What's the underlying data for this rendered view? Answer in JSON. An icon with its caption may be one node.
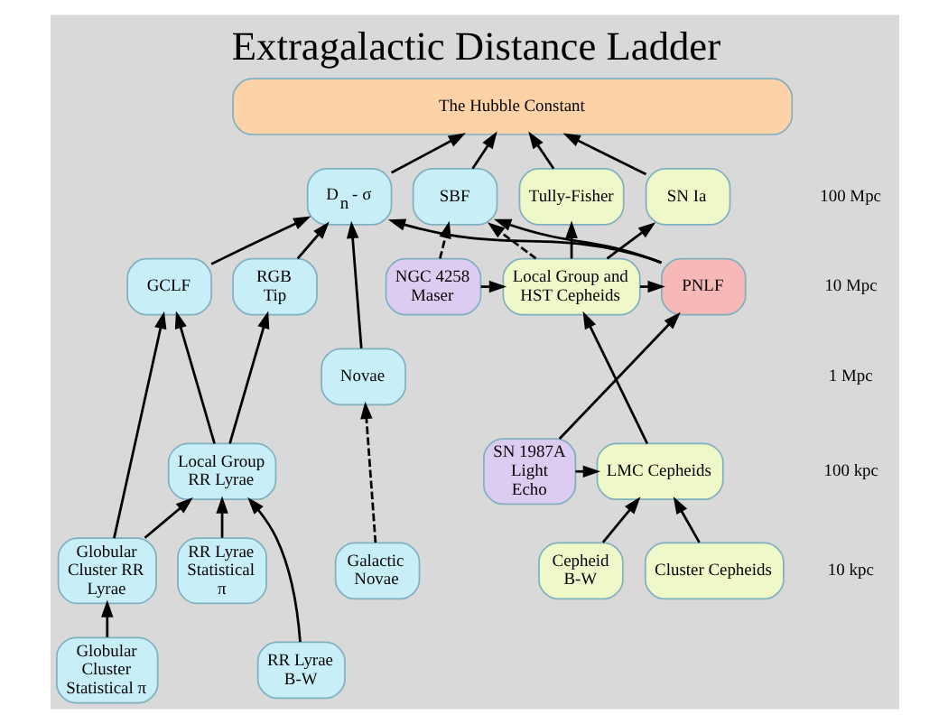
{
  "diagram": {
    "title": "Extragalactic Distance Ladder",
    "nodes": [
      {
        "text": [
          "The Hubble Constant"
        ]
      },
      {
        "text": [
          "D$_{n}$ - σ"
        ]
      },
      {
        "text": [
          "SBF"
        ]
      },
      {
        "text": [
          "Tully-Fisher"
        ]
      },
      {
        "text": [
          "SN Ia"
        ]
      },
      {
        "text": [
          "GCLF"
        ]
      },
      {
        "text": [
          "RGB Tip"
        ]
      },
      {
        "text": [
          "Novae"
        ]
      },
      {
        "text": [
          "PNLF"
        ]
      },
      {
        "text": [
          "NGC 4258 Maser"
        ]
      },
      {
        "text": [
          "Local Group and HST Cepheids"
        ]
      },
      {
        "text": [
          "Local Group RR Lyrae"
        ]
      },
      {
        "text": [
          "SN 1987A Light Echo"
        ]
      },
      {
        "text": [
          "LMC Cepheids"
        ]
      },
      {
        "text": [
          "Globular Cluster RR Lyrae"
        ]
      },
      {
        "text": [
          "RR Lyrae Statistical π"
        ]
      },
      {
        "text": [
          "Galactic Novae"
        ]
      },
      {
        "text": [
          "Cepheid B-W"
        ]
      },
      {
        "text": [
          "Cluster Cepheids"
        ]
      },
      {
        "text": [
          "Globular Cluster Statistical π"
        ]
      },
      {
        "text": [
          "RR Lyrae B-W"
        ]
      }
    ],
    "edges": [
      {
        "from": 1,
        "to": 0,
        "arrow": "to"
      },
      {
        "from": 2,
        "to": 0,
        "arrow": "to"
      },
      {
        "from": 3,
        "to": 0,
        "arrow": "to"
      },
      {
        "from": 4,
        "to": 0,
        "arrow": "to"
      },
      {
        "from": 5,
        "to": 1,
        "arrow": "to"
      },
      {
        "from": 6,
        "to": 1,
        "arrow": "to"
      },
      {
        "from": 7,
        "to": 1,
        "arrow": "to"
      },
      {
        "from": 8,
        "to": 1,
        "arrow": "to"
      },
      {
        "from": 8,
        "to": 2,
        "arrow": "to"
      },
      {
        "from": 10,
        "to": 2,
        "arrow": "to",
        "style": "dashed"
      },
      {
        "from": 9,
        "to": 2,
        "arrow": "to",
        "style": "dashed"
      },
      {
        "from": 10,
        "to": 3,
        "arrow": "to"
      },
      {
        "from": 10,
        "to": 4,
        "arrow": "to"
      },
      {
        "from": 9,
        "to": 10,
        "arrow": "to"
      },
      {
        "from": 10,
        "to": 8,
        "arrow": "to"
      },
      {
        "from": 12,
        "to": 8,
        "arrow": "to"
      },
      {
        "from": 11,
        "to": 5,
        "arrow": "to"
      },
      {
        "from": 14,
        "to": 5,
        "arrow": "to"
      },
      {
        "from": 11,
        "to": 6,
        "arrow": "to"
      },
      {
        "from": 16,
        "to": 7,
        "arrow": "to",
        "style": "dashed"
      },
      {
        "from": 12,
        "to": 13,
        "arrow": "to"
      },
      {
        "from": 13,
        "to": 10,
        "arrow": "to"
      },
      {
        "from": 14,
        "to": 11,
        "arrow": "to"
      },
      {
        "from": 15,
        "to": 11,
        "arrow": "to"
      },
      {
        "from": 20,
        "to": 11,
        "arrow": "to"
      },
      {
        "from": 19,
        "to": 14,
        "arrow": "to"
      },
      {
        "from": 17,
        "to": 13,
        "arrow": "to"
      },
      {
        "from": 18,
        "to": 13,
        "arrow": "to"
      }
    ],
    "labels": [
      "100 Mpc",
      "10 Mpc",
      "1 Mpc",
      "100 kpc",
      "10 kpc"
    ]
  }
}
